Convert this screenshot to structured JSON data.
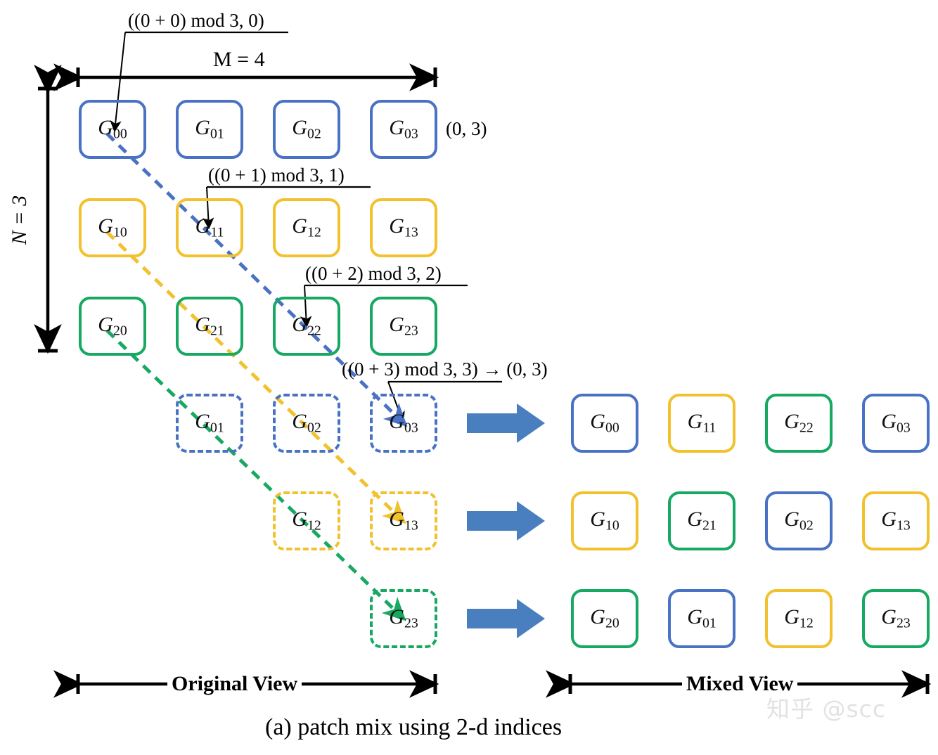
{
  "figure": {
    "caption": "(a) patch mix using 2-d indices",
    "watermark": "知乎 @scc"
  },
  "dimensions": {
    "m_label": "M = 4",
    "n_label": "N = 3",
    "m_value": 4,
    "n_value": 3
  },
  "colors": {
    "blue": "#4a72c4",
    "yellow": "#f2c12e",
    "green": "#17a861",
    "arrow_blue": "#4a7fbf",
    "black": "#000000",
    "watermark_gray": "#e2e2e2"
  },
  "annotations": {
    "a0": "((0 + 0) mod 3, 0)",
    "a1": "((0 + 1) mod 3, 1)",
    "a2": "((0 + 2) mod 3, 2)",
    "a3": "((0 + 3) mod 3, 3) → (0, 3)",
    "row0_right": "(0, 3)"
  },
  "views": {
    "original_label": "Original View",
    "mixed_label": "Mixed View"
  },
  "original_grid": {
    "rows": [
      {
        "cells": [
          {
            "g": "G",
            "sub": "00",
            "color": "blue",
            "style": "solid"
          },
          {
            "g": "G",
            "sub": "01",
            "color": "blue",
            "style": "solid"
          },
          {
            "g": "G",
            "sub": "02",
            "color": "blue",
            "style": "solid"
          },
          {
            "g": "G",
            "sub": "03",
            "color": "blue",
            "style": "solid"
          }
        ]
      },
      {
        "cells": [
          {
            "g": "G",
            "sub": "10",
            "color": "yellow",
            "style": "solid"
          },
          {
            "g": "G",
            "sub": "11",
            "color": "yellow",
            "style": "solid"
          },
          {
            "g": "G",
            "sub": "12",
            "color": "yellow",
            "style": "solid"
          },
          {
            "g": "G",
            "sub": "13",
            "color": "yellow",
            "style": "solid"
          }
        ]
      },
      {
        "cells": [
          {
            "g": "G",
            "sub": "20",
            "color": "green",
            "style": "solid"
          },
          {
            "g": "G",
            "sub": "21",
            "color": "green",
            "style": "solid"
          },
          {
            "g": "G",
            "sub": "22",
            "color": "green",
            "style": "solid"
          },
          {
            "g": "G",
            "sub": "23",
            "color": "green",
            "style": "solid"
          }
        ]
      }
    ]
  },
  "wrapped_grid": {
    "rows": [
      {
        "cells": [
          {
            "g": "G",
            "sub": "01",
            "color": "blue",
            "style": "dashed",
            "col": 1
          },
          {
            "g": "G",
            "sub": "02",
            "color": "blue",
            "style": "dashed",
            "col": 2
          },
          {
            "g": "G",
            "sub": "03",
            "color": "blue",
            "style": "dashed",
            "col": 3
          }
        ]
      },
      {
        "cells": [
          {
            "g": "G",
            "sub": "12",
            "color": "yellow",
            "style": "dashed",
            "col": 2
          },
          {
            "g": "G",
            "sub": "13",
            "color": "yellow",
            "style": "dashed",
            "col": 3
          }
        ]
      },
      {
        "cells": [
          {
            "g": "G",
            "sub": "23",
            "color": "green",
            "style": "dashed",
            "col": 3
          }
        ]
      }
    ]
  },
  "mixed_grid": {
    "rows": [
      {
        "cells": [
          {
            "g": "G",
            "sub": "00",
            "color": "blue",
            "style": "solid"
          },
          {
            "g": "G",
            "sub": "11",
            "color": "yellow",
            "style": "solid"
          },
          {
            "g": "G",
            "sub": "22",
            "color": "green",
            "style": "solid"
          },
          {
            "g": "G",
            "sub": "03",
            "color": "blue",
            "style": "solid"
          }
        ]
      },
      {
        "cells": [
          {
            "g": "G",
            "sub": "10",
            "color": "yellow",
            "style": "solid"
          },
          {
            "g": "G",
            "sub": "21",
            "color": "green",
            "style": "solid"
          },
          {
            "g": "G",
            "sub": "02",
            "color": "blue",
            "style": "solid"
          },
          {
            "g": "G",
            "sub": "13",
            "color": "yellow",
            "style": "solid"
          }
        ]
      },
      {
        "cells": [
          {
            "g": "G",
            "sub": "20",
            "color": "green",
            "style": "solid"
          },
          {
            "g": "G",
            "sub": "01",
            "color": "blue",
            "style": "solid"
          },
          {
            "g": "G",
            "sub": "12",
            "color": "yellow",
            "style": "solid"
          },
          {
            "g": "G",
            "sub": "23",
            "color": "green",
            "style": "solid"
          }
        ]
      }
    ]
  },
  "transfer_arrows": [
    {
      "name": "transfer-arrow-row-1"
    },
    {
      "name": "transfer-arrow-row-2"
    },
    {
      "name": "transfer-arrow-row-3"
    }
  ]
}
